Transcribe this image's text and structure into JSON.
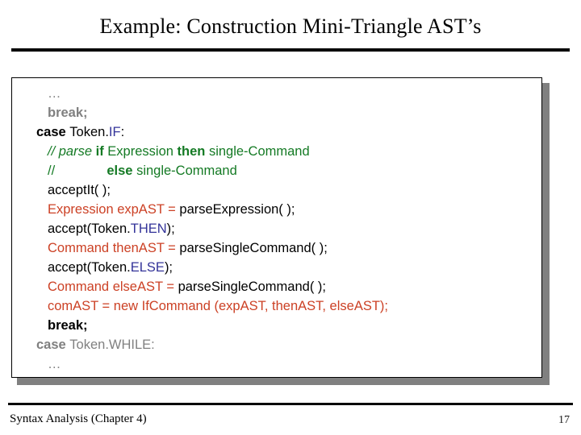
{
  "slide": {
    "title": "Example: Construction Mini-Triangle AST’s",
    "footer_left": "Syntax Analysis (Chapter 4)",
    "page_number": "17"
  },
  "colors": {
    "gray": "#808080",
    "black": "#000000",
    "keyword_blue": "#333399",
    "comment_green": "#147a24",
    "ast_red": "#cc4125",
    "panel_border": "#000000",
    "panel_shadow": "#808080",
    "background": "#ffffff"
  },
  "code": {
    "lines": [
      {
        "indent": 2,
        "tokens": [
          {
            "text": "…",
            "style": "gray"
          }
        ]
      },
      {
        "indent": 2,
        "tokens": [
          {
            "text": "break;",
            "style": "gray-b"
          }
        ]
      },
      {
        "indent": 1,
        "tokens": [
          {
            "text": "case ",
            "style": "black-b"
          },
          {
            "text": "Token.",
            "style": "black"
          },
          {
            "text": "IF",
            "style": "blue"
          },
          {
            "text": ":",
            "style": "black"
          }
        ]
      },
      {
        "indent": 2,
        "tokens": [
          {
            "text": "// parse ",
            "style": "green-i"
          },
          {
            "text": "if ",
            "style": "green-b"
          },
          {
            "text": "Expression ",
            "style": "green"
          },
          {
            "text": "then ",
            "style": "green-b"
          },
          {
            "text": "single-Command",
            "style": "green"
          }
        ]
      },
      {
        "indent": 2,
        "tokens": [
          {
            "text": "//              ",
            "style": "green"
          },
          {
            "text": "else ",
            "style": "green-b"
          },
          {
            "text": "single-Command",
            "style": "green"
          }
        ]
      },
      {
        "indent": 2,
        "tokens": [
          {
            "text": "acceptIt( );",
            "style": "black"
          }
        ]
      },
      {
        "indent": 2,
        "tokens": [
          {
            "text": "Expression expAST = ",
            "style": "red"
          },
          {
            "text": "parseExpression( );",
            "style": "black"
          }
        ]
      },
      {
        "indent": 2,
        "tokens": [
          {
            "text": "accept(Token.",
            "style": "black"
          },
          {
            "text": "THEN",
            "style": "blue"
          },
          {
            "text": ");",
            "style": "black"
          }
        ]
      },
      {
        "indent": 2,
        "tokens": [
          {
            "text": "Command thenAST = ",
            "style": "red"
          },
          {
            "text": "parseSingleCommand( );",
            "style": "black"
          }
        ]
      },
      {
        "indent": 2,
        "tokens": [
          {
            "text": "accept(Token.",
            "style": "black"
          },
          {
            "text": "ELSE",
            "style": "blue"
          },
          {
            "text": ");",
            "style": "black"
          }
        ]
      },
      {
        "indent": 2,
        "tokens": [
          {
            "text": "Command elseAST = ",
            "style": "red"
          },
          {
            "text": "parseSingleCommand( );",
            "style": "black"
          }
        ]
      },
      {
        "indent": 2,
        "tokens": [
          {
            "text": "comAST = new IfCommand (expAST, thenAST, elseAST);",
            "style": "red"
          }
        ]
      },
      {
        "indent": 2,
        "tokens": [
          {
            "text": "break;",
            "style": "black-b"
          }
        ]
      },
      {
        "indent": 1,
        "tokens": [
          {
            "text": "case ",
            "style": "gray-b"
          },
          {
            "text": "Token.WHILE:",
            "style": "gray"
          }
        ]
      },
      {
        "indent": 2,
        "tokens": [
          {
            "text": "…",
            "style": "gray"
          }
        ]
      }
    ]
  }
}
